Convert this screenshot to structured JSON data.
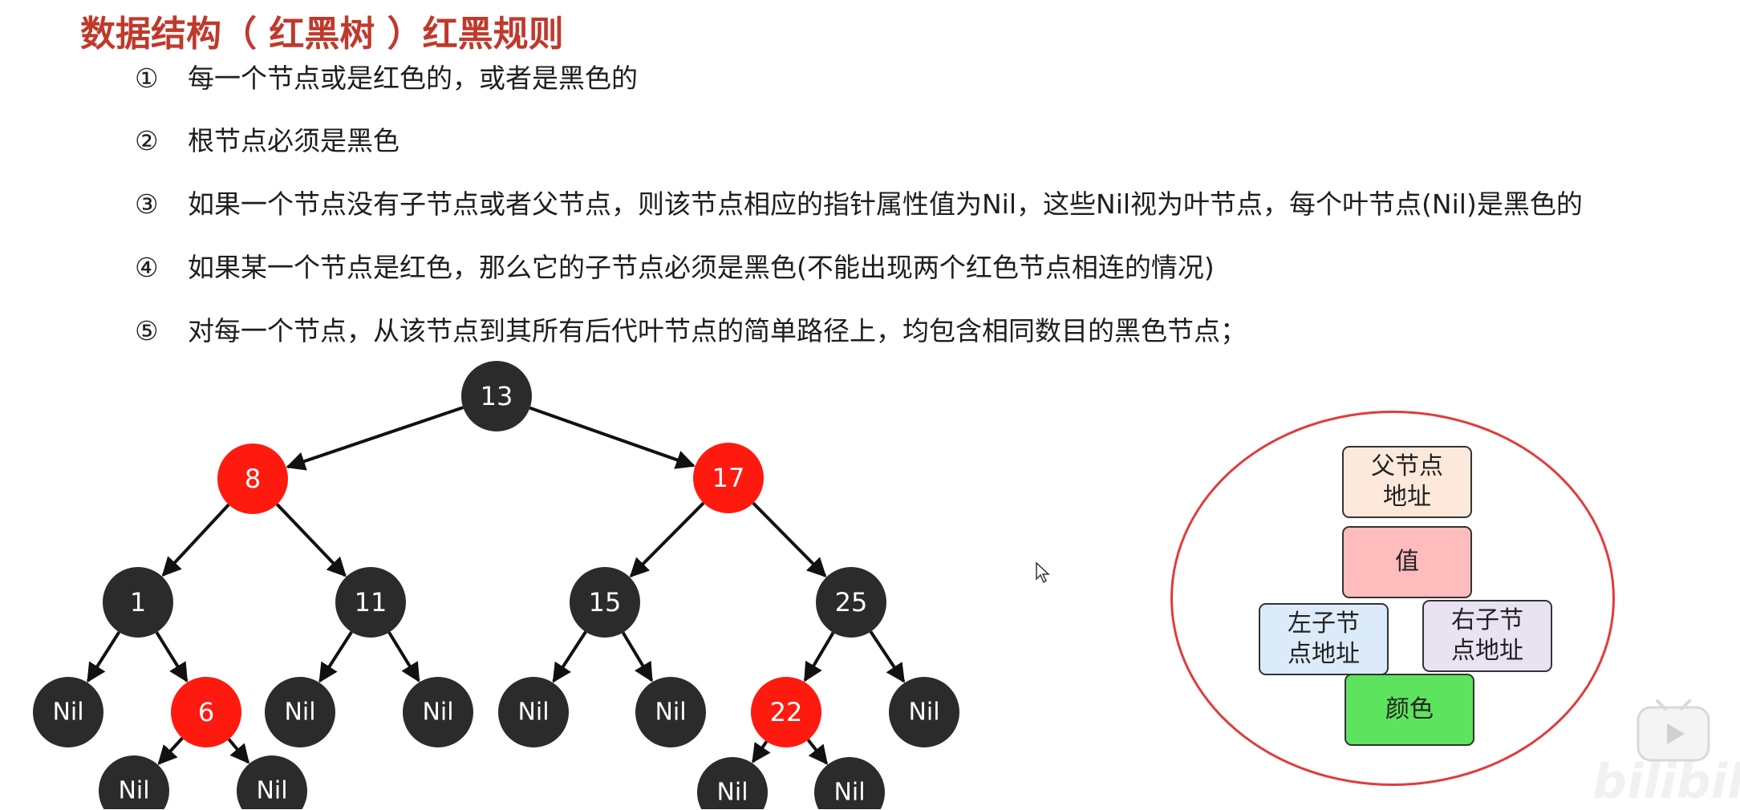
{
  "title": "数据结构（ 红黑树 ）红黑规则",
  "rules": [
    {
      "num": "①",
      "text": "每一个节点或是红色的，或者是黑色的"
    },
    {
      "num": "②",
      "text": "根节点必须是黑色"
    },
    {
      "num": "③",
      "text": "如果一个节点没有子节点或者父节点，则该节点相应的指针属性值为Nil，这些Nil视为叶节点，每个叶节点(Nil)是黑色的"
    },
    {
      "num": "④",
      "text": "如果某一个节点是红色，那么它的子节点必须是黑色(不能出现两个红色节点相连的情况)"
    },
    {
      "num": "⑤",
      "text": "对每一个节点，从该节点到其所有后代叶节点的简单路径上，均包含相同数目的黑色节点；"
    }
  ],
  "colors": {
    "title": "#c0392b",
    "black_node": "#2b2b2b",
    "red_node": "#ff1a0f",
    "ellipse": "#e23b3b"
  },
  "tree": {
    "nodes": [
      {
        "id": "n13",
        "label": "13",
        "color": "black"
      },
      {
        "id": "n8",
        "label": "8",
        "color": "red"
      },
      {
        "id": "n17",
        "label": "17",
        "color": "red"
      },
      {
        "id": "n1",
        "label": "1",
        "color": "black"
      },
      {
        "id": "n11",
        "label": "11",
        "color": "black"
      },
      {
        "id": "n15",
        "label": "15",
        "color": "black"
      },
      {
        "id": "n25",
        "label": "25",
        "color": "black"
      },
      {
        "id": "nil1a",
        "label": "Nil",
        "color": "black"
      },
      {
        "id": "n6",
        "label": "6",
        "color": "red"
      },
      {
        "id": "nil11a",
        "label": "Nil",
        "color": "black"
      },
      {
        "id": "nil11b",
        "label": "Nil",
        "color": "black"
      },
      {
        "id": "nil15a",
        "label": "Nil",
        "color": "black"
      },
      {
        "id": "nil15b",
        "label": "Nil",
        "color": "black"
      },
      {
        "id": "n22",
        "label": "22",
        "color": "red"
      },
      {
        "id": "nil25b",
        "label": "Nil",
        "color": "black"
      },
      {
        "id": "nil6a",
        "label": "Nil",
        "color": "black"
      },
      {
        "id": "nil6b",
        "label": "Nil",
        "color": "black"
      },
      {
        "id": "nil22a",
        "label": "Nil",
        "color": "black"
      },
      {
        "id": "nil22b",
        "label": "Nil",
        "color": "black"
      }
    ],
    "edges": [
      [
        "n13",
        "n8"
      ],
      [
        "n13",
        "n17"
      ],
      [
        "n8",
        "n1"
      ],
      [
        "n8",
        "n11"
      ],
      [
        "n17",
        "n15"
      ],
      [
        "n17",
        "n25"
      ],
      [
        "n1",
        "nil1a"
      ],
      [
        "n1",
        "n6"
      ],
      [
        "n11",
        "nil11a"
      ],
      [
        "n11",
        "nil11b"
      ],
      [
        "n15",
        "nil15a"
      ],
      [
        "n15",
        "nil15b"
      ],
      [
        "n25",
        "n22"
      ],
      [
        "n25",
        "nil25b"
      ],
      [
        "n6",
        "nil6a"
      ],
      [
        "n6",
        "nil6b"
      ],
      [
        "n22",
        "nil22a"
      ],
      [
        "n22",
        "nil22b"
      ]
    ]
  },
  "node_struct": {
    "parent": "父节点\n地址",
    "value": "值",
    "left": "左子节\n点地址",
    "right": "右子节\n点地址",
    "color": "颜色"
  }
}
